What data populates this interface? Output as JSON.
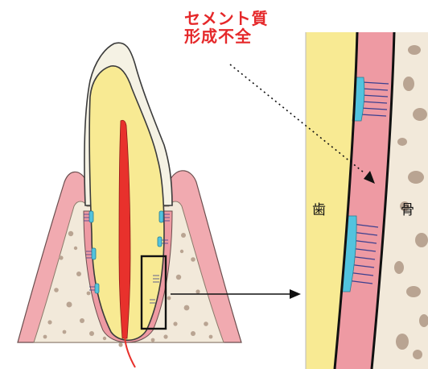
{
  "callout": {
    "line1": "セメント質",
    "line2": "形成不全"
  },
  "labels": {
    "tooth": "歯",
    "bone": "骨"
  },
  "colors": {
    "callout_text": "#e5282a",
    "dentin": "#f8ea93",
    "enamel": "#f5f2e4",
    "pulp": "#e8312c",
    "gingiva": "#f1aab0",
    "ligament": "#ee9aa3",
    "cementum": "#52c3de",
    "fibers": "#3b3f8f",
    "bone": "#f2e9da",
    "bone_spots": "#b9a492"
  },
  "icons": [
    "arrow-right-icon",
    "arrow-head-icon"
  ]
}
